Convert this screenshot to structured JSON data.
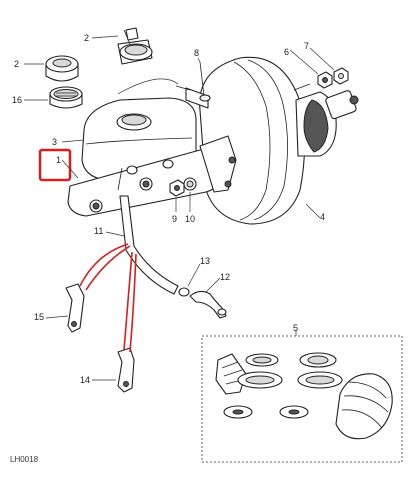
{
  "diagram": {
    "callouts": [
      "1",
      "2",
      "2",
      "3",
      "4",
      "5",
      "6",
      "7",
      "8",
      "9",
      "10",
      "11",
      "12",
      "13",
      "14",
      "15",
      "16"
    ],
    "drawing_code": "LH0018",
    "highlight_color": "#d81e1e",
    "link_color": "#d81e1e",
    "highlighted_part": "1"
  }
}
